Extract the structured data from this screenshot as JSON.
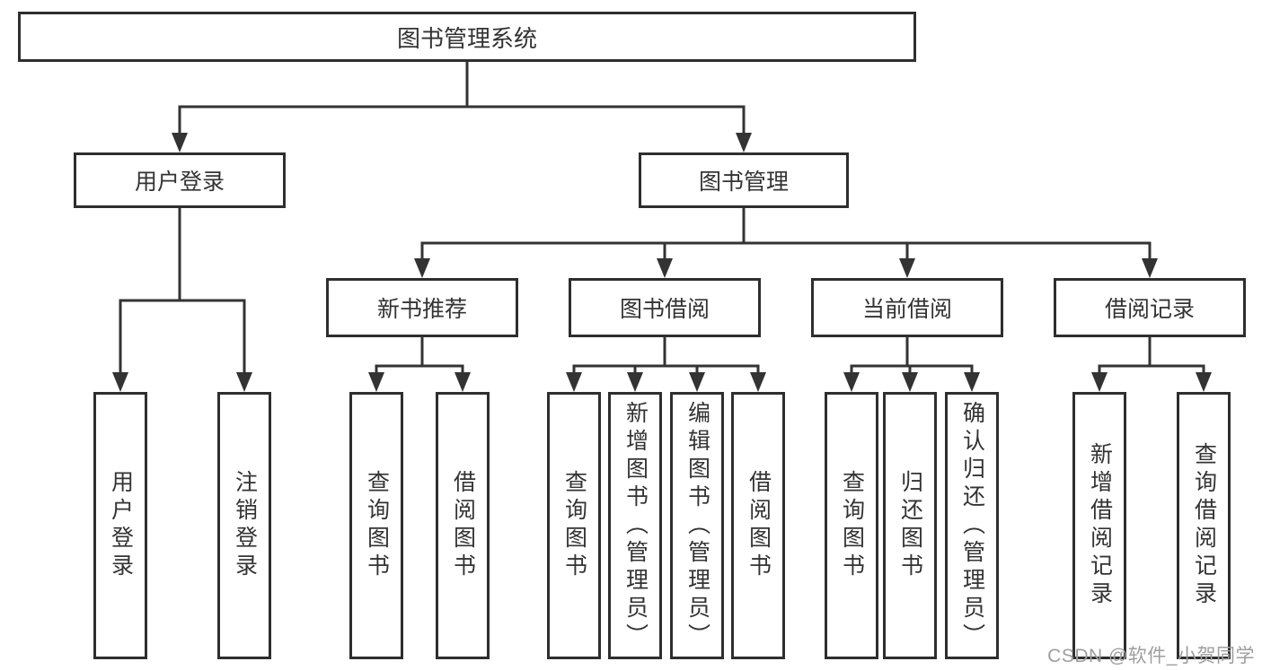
{
  "tree": {
    "root": {
      "label": "图书管理系统"
    },
    "children": [
      {
        "label": "用户登录",
        "children": [
          {
            "label": "用户登录"
          },
          {
            "label": "注销登录"
          }
        ]
      },
      {
        "label": "图书管理",
        "children": [
          {
            "label": "新书推荐",
            "children": [
              {
                "label": "查询图书"
              },
              {
                "label": "借阅图书"
              }
            ]
          },
          {
            "label": "图书借阅",
            "children": [
              {
                "label": "查询图书"
              },
              {
                "label": "新增图书（管理员）"
              },
              {
                "label": "编辑图书（管理员）"
              },
              {
                "label": "借阅图书"
              }
            ]
          },
          {
            "label": "当前借阅",
            "children": [
              {
                "label": "查询图书"
              },
              {
                "label": "归还图书"
              },
              {
                "label": "确认归还（管理员）"
              }
            ]
          },
          {
            "label": "借阅记录",
            "children": [
              {
                "label": "新增借阅记录"
              },
              {
                "label": "查询借阅记录"
              }
            ]
          }
        ]
      }
    ]
  },
  "watermark": {
    "text": "CSDN @软件_小贺同学"
  },
  "colors": {
    "line": "#333333",
    "box_border": "#2e2e2e",
    "text": "#333333",
    "watermark": "#9e9e9e",
    "background": "#ffffff"
  }
}
